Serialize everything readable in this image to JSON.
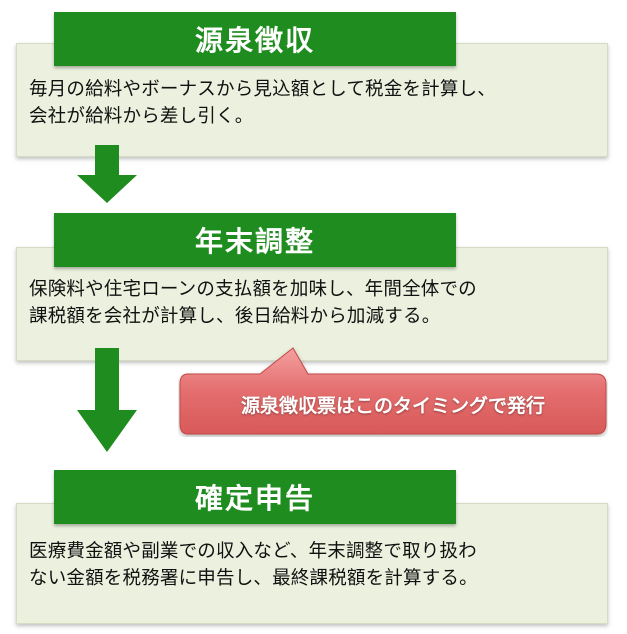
{
  "steps": [
    {
      "title": "源泉徴収",
      "description_lines": [
        "毎月の給料やボーナスから見込額として税金を計算し、",
        "会社が給料から差し引く。"
      ]
    },
    {
      "title": "年末調整",
      "description_lines": [
        "保険料や住宅ローンの支払額を加味し、年間全体での",
        "課税額を会社が計算し、後日給料から加減する。"
      ]
    },
    {
      "title": "確定申告",
      "description_lines": [
        "医療費金額や副業での収入など、年末調整で取り扱わ",
        "ない金額を税務署に申告し、最終課税額を計算する。"
      ]
    }
  ],
  "callout": {
    "text": "源泉徴収票はこのタイミングで発行"
  },
  "colors": {
    "header_green": "#1e8c1e",
    "box_bg": "#ebf1de",
    "callout_red": "#e06666"
  }
}
